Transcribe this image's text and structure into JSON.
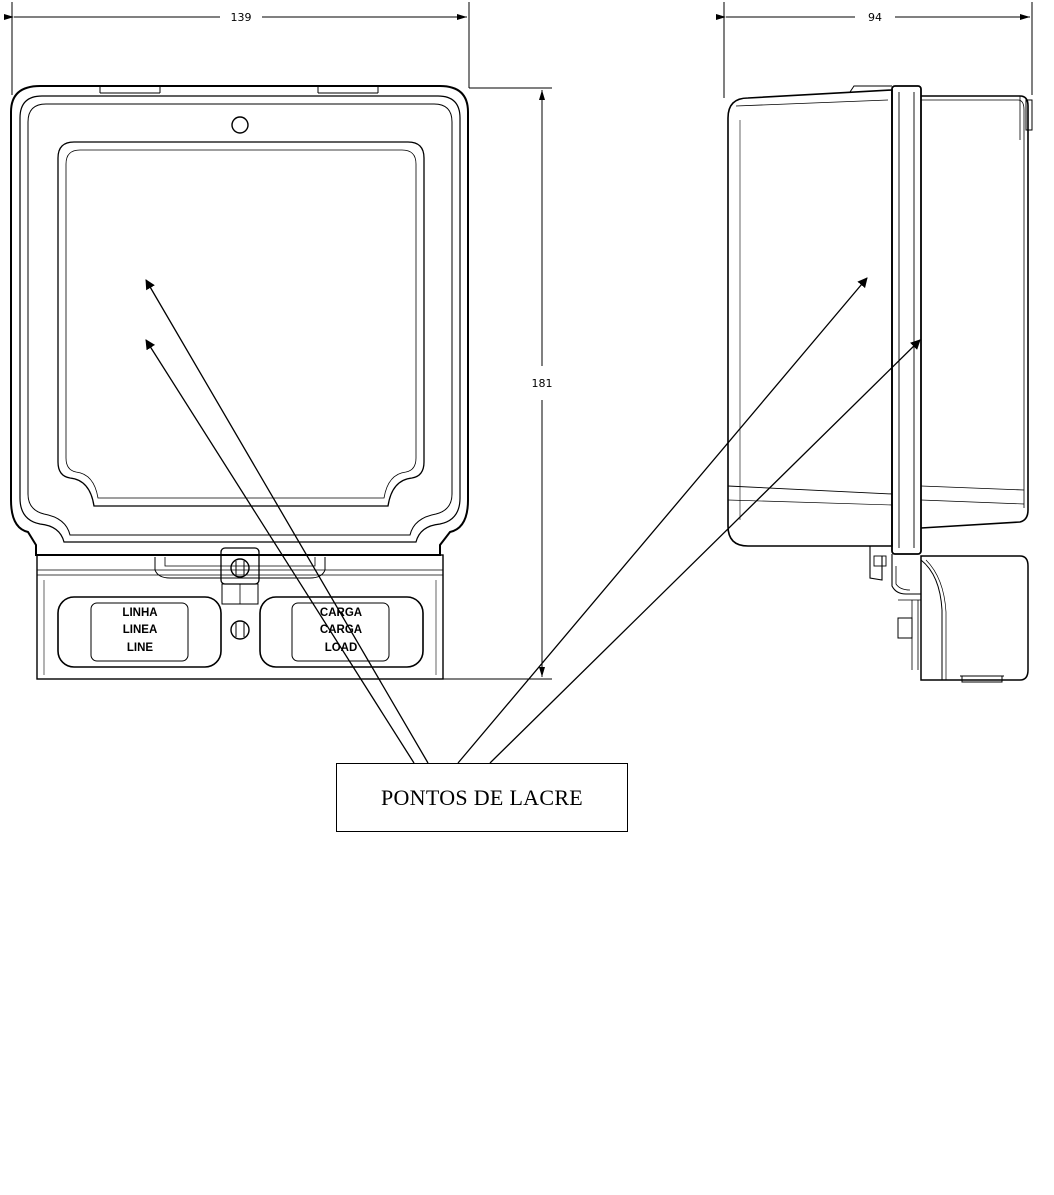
{
  "dimensions": {
    "front_width": "139",
    "front_height": "181",
    "side_depth": "94"
  },
  "front_view": {
    "line_label": [
      "LINHA",
      "LINEA",
      "LINE"
    ],
    "load_label": [
      "CARGA",
      "CARGA",
      "LOAD"
    ]
  },
  "callout": {
    "text": "PONTOS DE LACRE"
  }
}
